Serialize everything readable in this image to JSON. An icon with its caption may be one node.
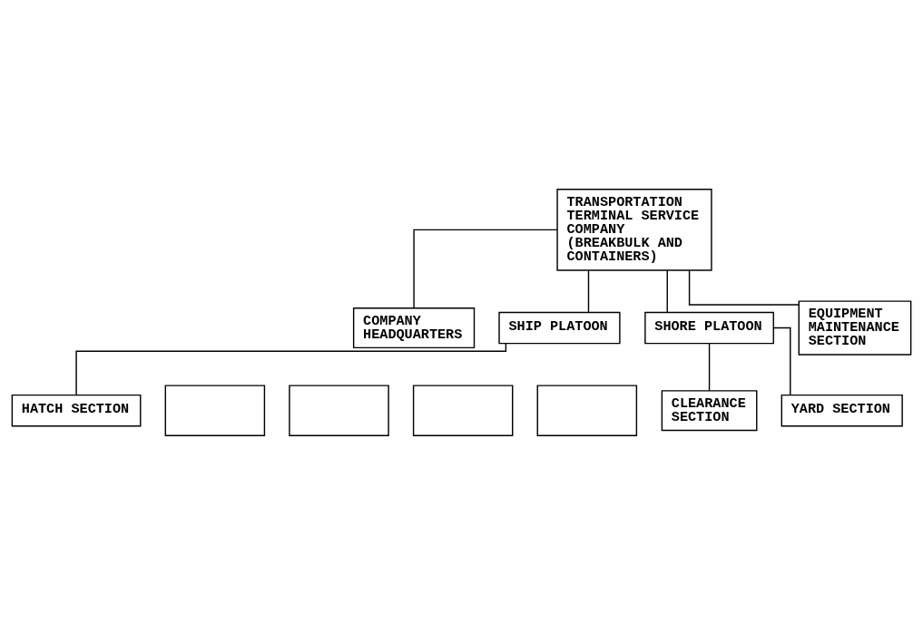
{
  "diagram": {
    "nodes": [
      {
        "text": [
          "TRANSPORTATION TERMINAL SERVICE COMPANY (BREAKBULK AND CONTAINERS)"
        ]
      },
      {
        "text": [
          "COMPANY HEADQUARTERS"
        ]
      },
      {
        "text": [
          "SHIP PLATOON"
        ]
      },
      {
        "text": [
          "SHORE PLATOON"
        ]
      },
      {
        "text": [
          "EQUIPMENT MAINTENANCE SECTION"
        ]
      },
      {
        "text": [
          "HATCH SECTION"
        ]
      },
      {
        "text": [
          "CLEARANCE SECTION"
        ]
      },
      {
        "text": [
          "YARD SECTION"
        ]
      },
      {
        "text": [],
        "shape": "box"
      },
      {
        "text": [],
        "shape": "box"
      },
      {
        "text": [],
        "shape": "box"
      },
      {
        "text": [],
        "shape": "box"
      }
    ],
    "edges": [
      {
        "from": 0,
        "to": 1,
        "arrow": "none"
      },
      {
        "from": 0,
        "to": 2,
        "arrow": "none"
      },
      {
        "from": 0,
        "to": 3,
        "arrow": "none"
      },
      {
        "from": 0,
        "to": 4,
        "arrow": "none"
      },
      {
        "from": 2,
        "to": 5,
        "arrow": "none"
      },
      {
        "from": 3,
        "to": 6,
        "arrow": "none"
      },
      {
        "from": 3,
        "to": 7,
        "arrow": "none"
      }
    ]
  }
}
